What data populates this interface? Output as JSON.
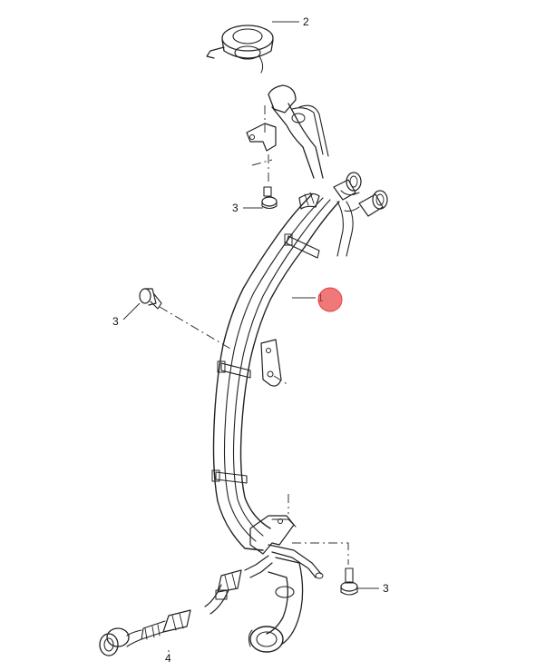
{
  "callouts": {
    "part_1": "1",
    "part_2": "2",
    "part_3a": "3",
    "part_3b": "3",
    "part_3c": "3",
    "part_4": "4"
  },
  "highlight": {
    "color": "#e8403f",
    "target": "part_1"
  },
  "icons": {
    "highlight_marker": "red-circle-marker"
  }
}
